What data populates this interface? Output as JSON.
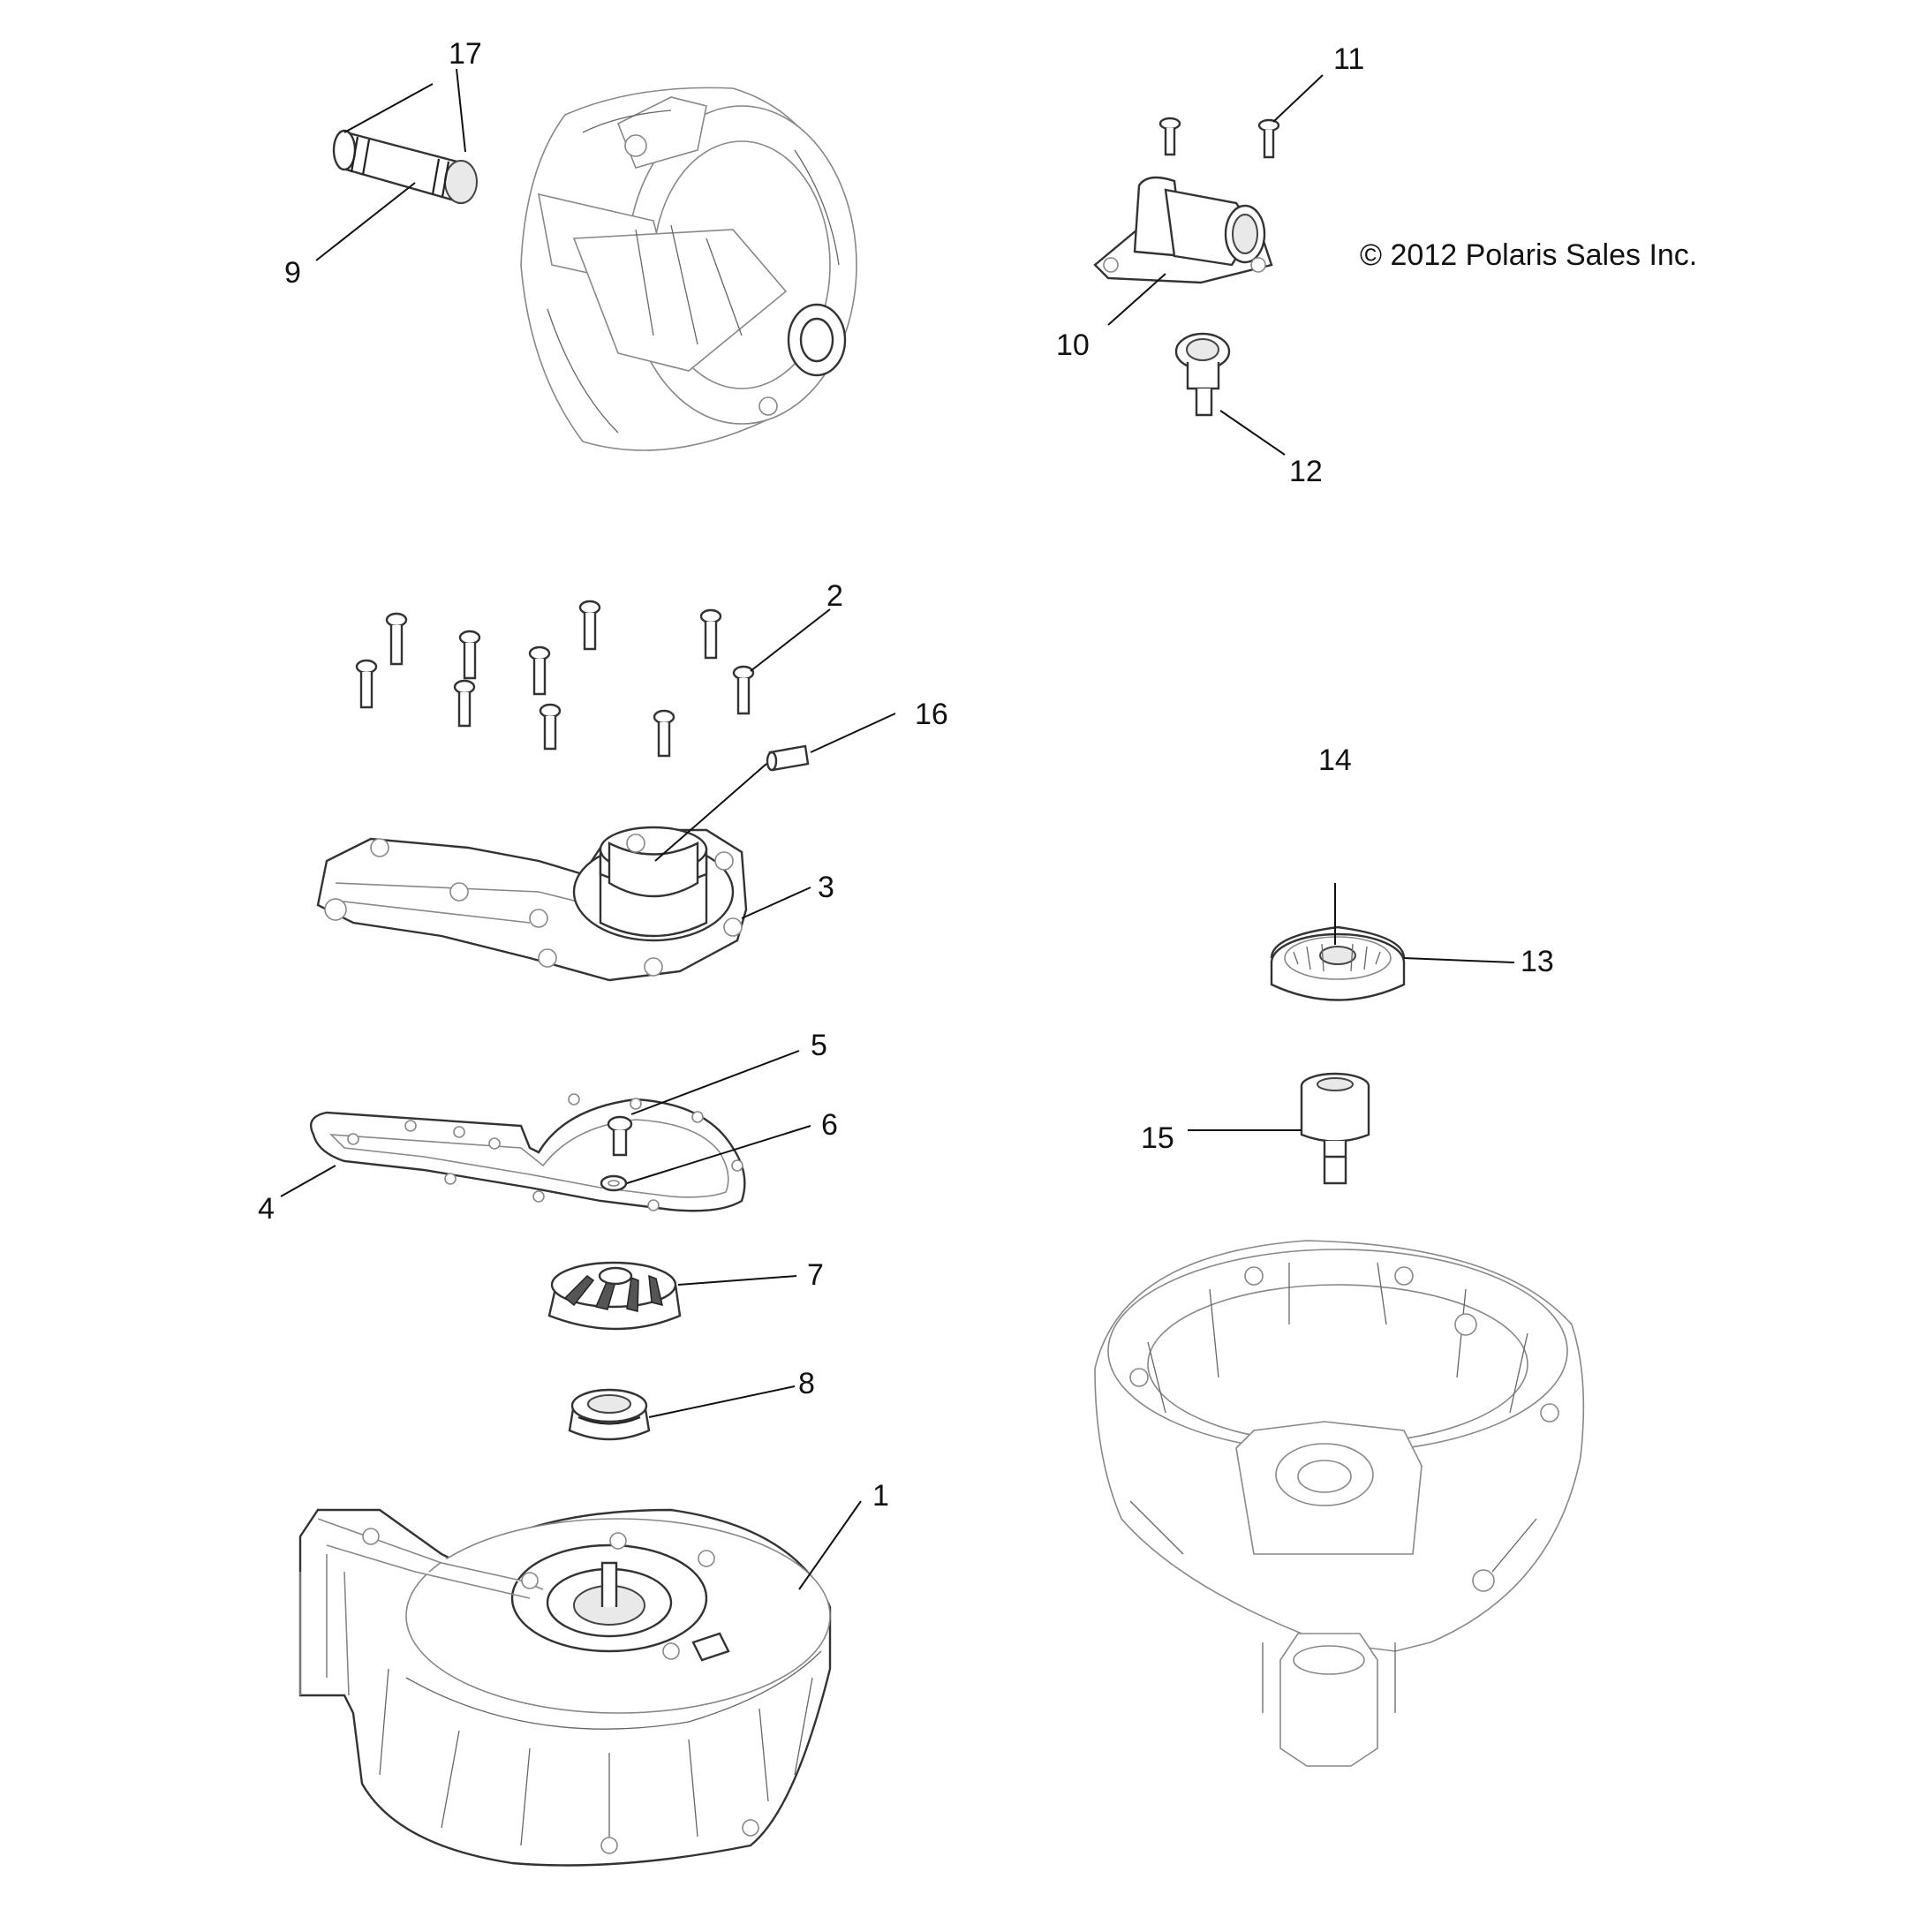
{
  "copyright": "© 2012 Polaris Sales Inc.",
  "callouts": {
    "c1": "1",
    "c2": "2",
    "c3": "3",
    "c4": "4",
    "c5": "5",
    "c6": "6",
    "c7": "7",
    "c8": "8",
    "c9": "9",
    "c10": "10",
    "c11": "11",
    "c12": "12",
    "c13": "13",
    "c14": "14",
    "c15": "15",
    "c16": "16",
    "c17": "17"
  }
}
